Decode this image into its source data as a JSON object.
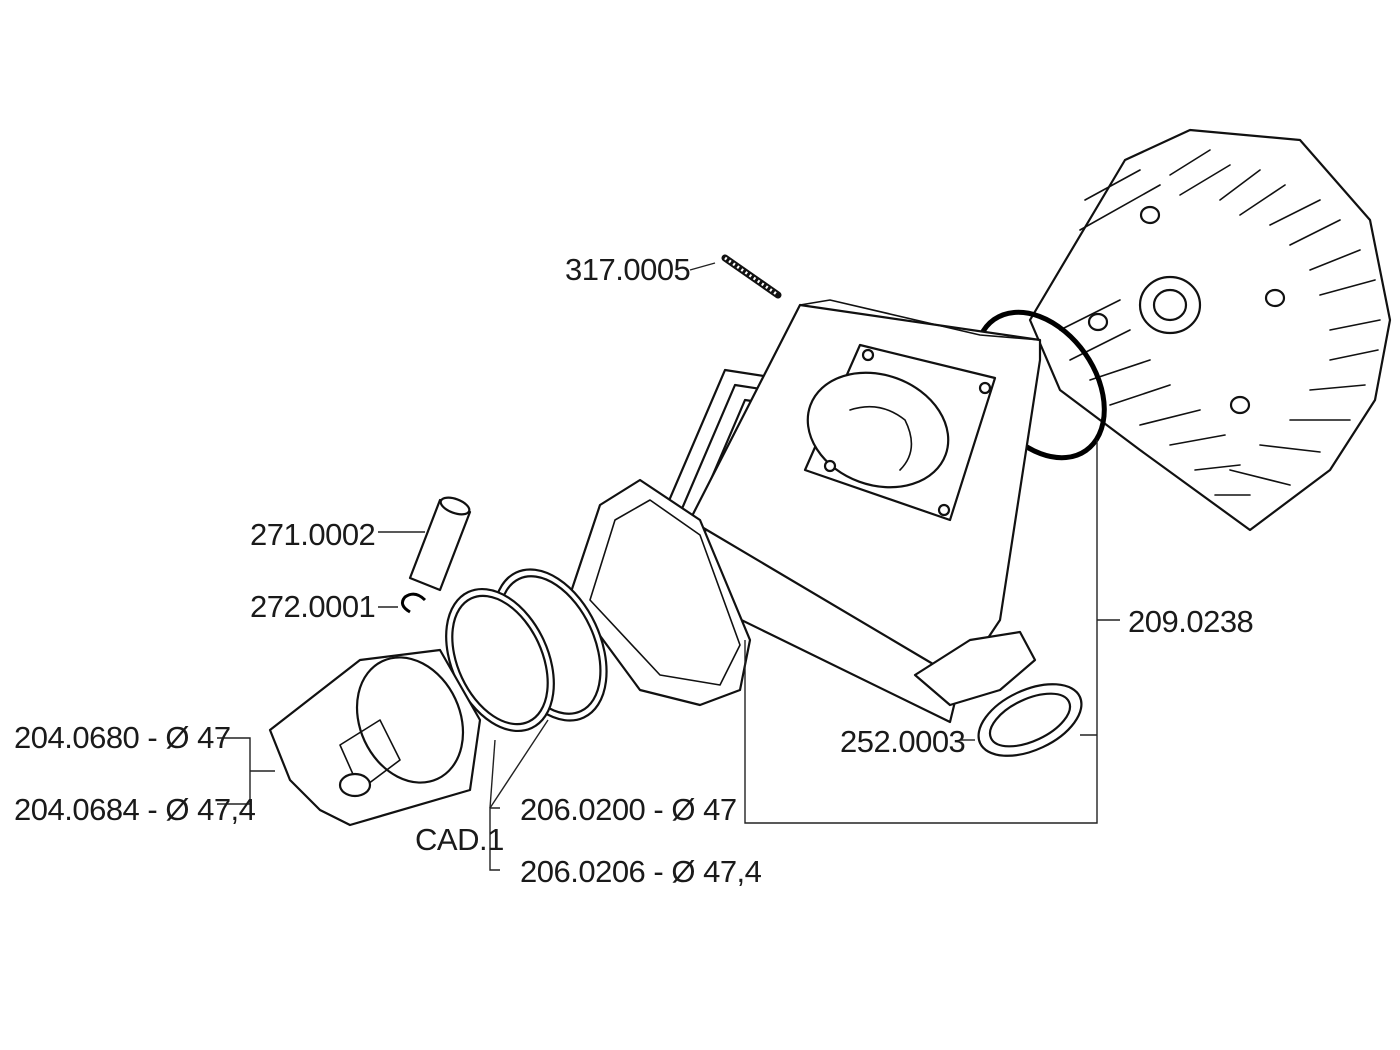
{
  "diagram": {
    "labels": {
      "spark_plug_stud": "317.0005",
      "piston_pin": "271.0002",
      "circlip": "272.0001",
      "piston_47": "204.0680 - Ø 47",
      "piston_47_4": "204.0684 - Ø 47,4",
      "cad": "CAD.1",
      "ring_47": "206.0200 - Ø 47",
      "ring_47_4": "206.0206 - Ø 47,4",
      "kit": "209.0238",
      "exhaust_gasket": "252.0003"
    }
  }
}
